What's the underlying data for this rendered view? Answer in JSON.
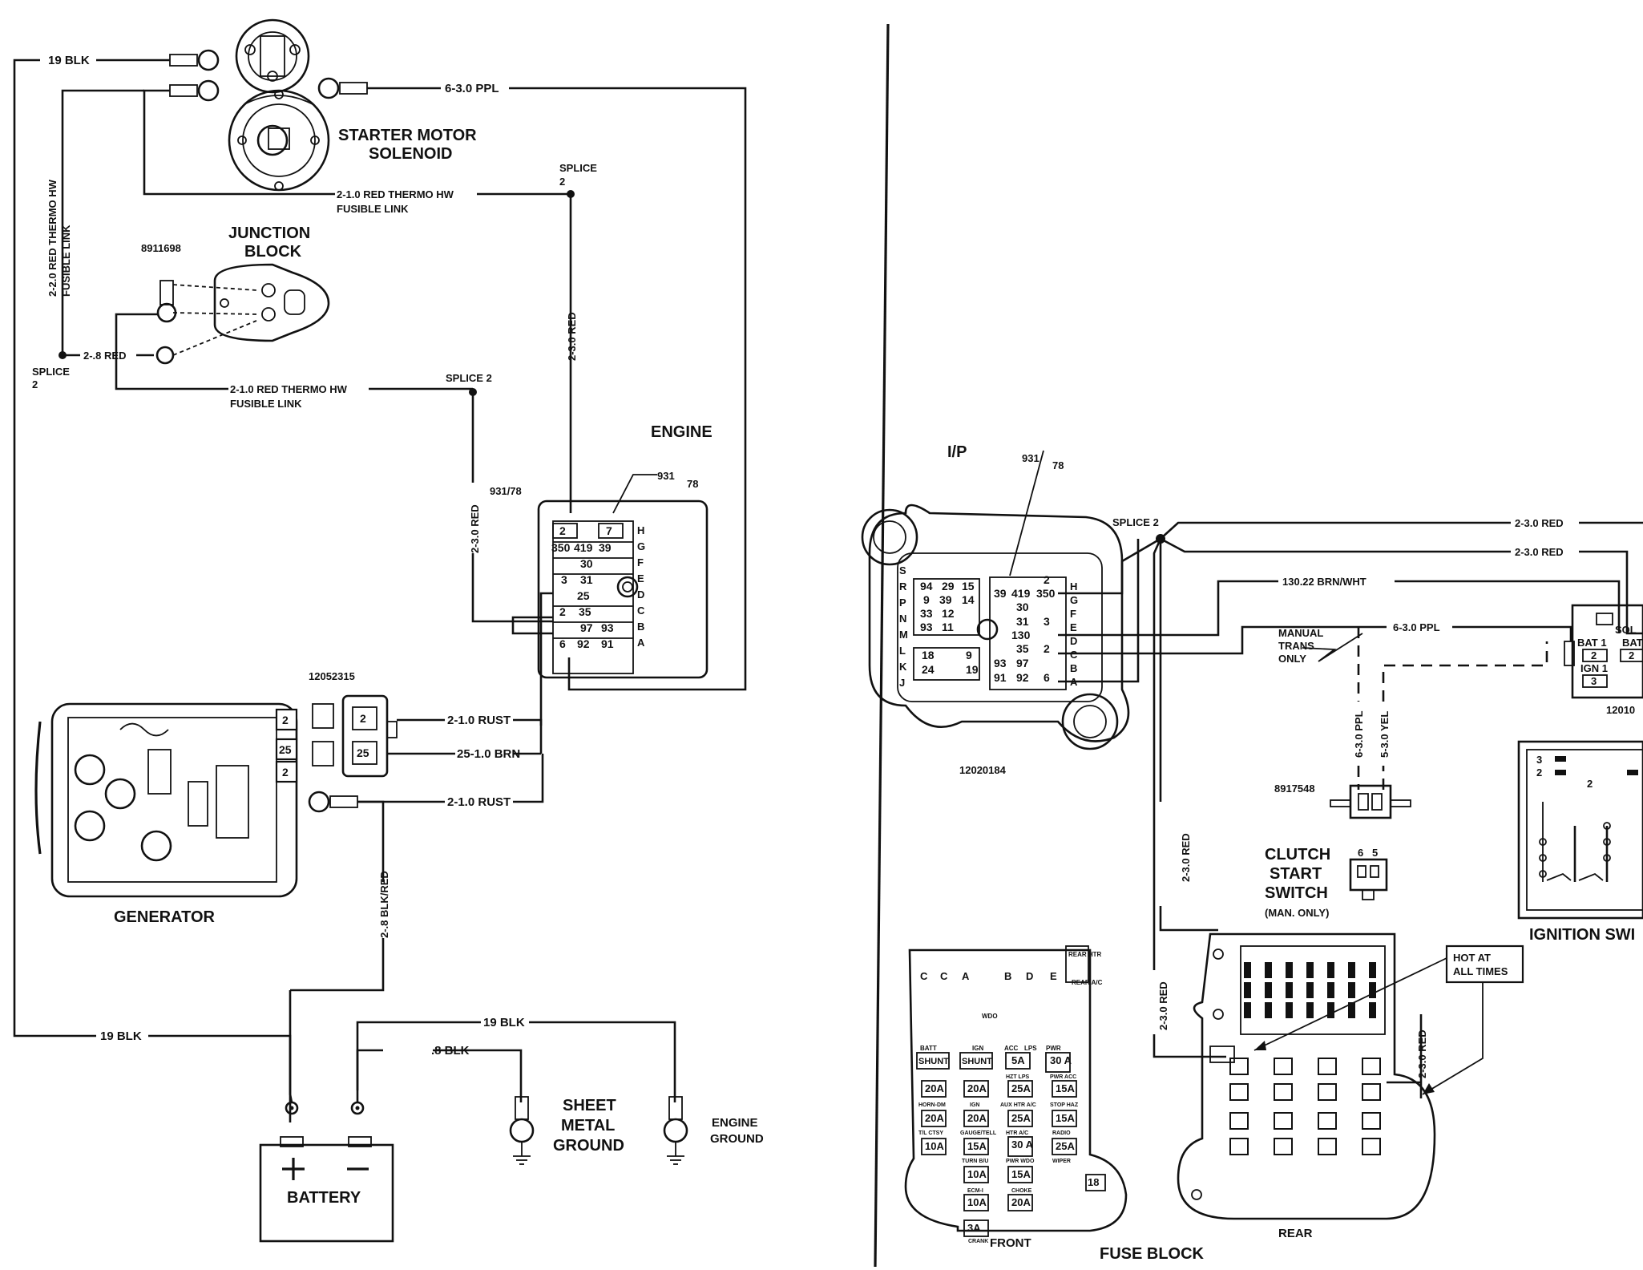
{
  "colors": {
    "ink": "#111111",
    "paper": "#ffffff"
  },
  "components": {
    "starter_title_1": "STARTER MOTOR",
    "starter_title_2": "SOLENOID",
    "junction_title_1": "JUNCTION",
    "junction_title_2": "BLOCK",
    "junction_part": "8911698",
    "engine": "ENGINE",
    "generator": "GENERATOR",
    "generator_part": "12052315",
    "battery": "BATTERY",
    "sheet_metal_ground_1": "SHEET",
    "sheet_metal_ground_2": "METAL",
    "sheet_metal_ground_3": "GROUND",
    "engine_ground_1": "ENGINE",
    "engine_ground_2": "GROUND",
    "ip": "I/P",
    "ip_part": "12020184",
    "clutch_1": "CLUTCH",
    "clutch_2": "START",
    "clutch_3": "SWITCH",
    "clutch_note": "(MAN. ONLY)",
    "clutch_part": "8917548",
    "manual_1": "MANUAL",
    "manual_2": "TRANS",
    "manual_3": "ONLY",
    "ignition": "IGNITION SWI",
    "ign_part": "12010",
    "fuse_block": "FUSE BLOCK",
    "fuse_front": "FRONT",
    "fuse_rear": "REAR",
    "hot_1": "HOT AT",
    "hot_2": "ALL TIMES"
  },
  "wires": {
    "w19blk_top": "19 BLK",
    "w630ppl": "6-3.0 PPL",
    "w210red_fl1": "2-1.0 RED THERMO HW",
    "w210red_fl1b": "FUSIBLE LINK",
    "w220red_fl_1": "2-2.0 RED THERMO HW",
    "w220red_fl_2": "FUSIBLE LINK",
    "w28red": "2-.8 RED",
    "w210red_fl2": "2-1.0 RED THERMO HW",
    "w210red_fl2b": "FUSIBLE LINK",
    "w230red_a": "2-3.0 RED",
    "w230red_b": "2-3.0 RED",
    "splice2_a_1": "SPLICE",
    "splice2_a_2": "2",
    "splice2_b_1": "SPLICE",
    "splice2_b_2": "2",
    "splice2_c": "SPLICE 2",
    "splice2_d": "SPLICE 2",
    "w931_78_a": "931/78",
    "w931_78_b": "931",
    "w931_78_b2": "78",
    "w931_78_c": "931",
    "w931_78_c2": "78",
    "w210rust_a": "2-1.0 RUST",
    "w2510brn": "25-1.0 BRN",
    "w210rust_b": "2-1.0 RUST",
    "w28blkred": "2-.8 BLK/RED",
    "w19blk_bot": "19 BLK",
    "w19blk_gnd": "19 BLK",
    "w8blk": ".8 BLK",
    "r230red_1": "2-3.0 RED",
    "r230red_2": "2-3.0 RED",
    "r13022": "130.22 BRN/WHT",
    "r630ppl": "6-3.0 PPL",
    "r630ppl_v": "6-3.0 PPL",
    "r530yel_v": "5-3.0 YEL",
    "r230red_v1": "2-3.0 RED",
    "r230red_v2": "2-3.0 RED",
    "r230red_v3": "2-3.0 RED"
  },
  "connectors": {
    "engine_pins": [
      "2",
      "7",
      "350",
      "419",
      "39",
      "30",
      "3",
      "31",
      "25",
      "2",
      "35",
      "97",
      "93",
      "6",
      "92",
      "91"
    ],
    "engine_letters": [
      "H",
      "G",
      "F",
      "E",
      "D",
      "C",
      "B",
      "A"
    ],
    "ip_pins": [
      "94",
      "29",
      "15",
      "9",
      "39",
      "14",
      "33",
      "12",
      "93",
      "11",
      "18",
      "9",
      "24",
      "19",
      "39",
      "419",
      "350",
      "2",
      "30",
      "31",
      "3",
      "130",
      "35",
      "2",
      "93",
      "97",
      "91",
      "92",
      "6"
    ],
    "ip_letters_left": [
      "S",
      "R",
      "P",
      "N",
      "M",
      "L",
      "K",
      "J"
    ],
    "ip_letters_right": [
      "H",
      "G",
      "F",
      "E",
      "D",
      "C",
      "B",
      "A"
    ],
    "generator_pins": [
      "2",
      "25",
      "2"
    ],
    "plug_pins": [
      "2",
      "25"
    ],
    "ign_pins": [
      "SOL",
      "BAT 1",
      "BAT",
      "2",
      "2",
      "IGN 1",
      "3"
    ],
    "ign_switch_pins": [
      "3",
      "2",
      "2"
    ],
    "clutch_pins": [
      "6",
      "5"
    ]
  },
  "fuse_front": {
    "top_letters": [
      "C",
      "C",
      "A",
      "B",
      "D",
      "E"
    ],
    "rear_htr": "REAR HTR",
    "rear_ac": "REAR A/C",
    "labels_row1": [
      "BATT",
      "IGN",
      "ACC",
      "LPS",
      "PWR"
    ],
    "fuses": [
      "SHUNT",
      "SHUNT",
      "5A",
      "30 A",
      "20A",
      "20A",
      "25A",
      "15A",
      "20A",
      "20A",
      "25A",
      "15A",
      "10A",
      "15A",
      "30 A",
      "25A",
      "10A",
      "15A",
      "10A",
      "20A",
      "3A",
      "18"
    ],
    "captions": [
      "WDO",
      "HZT LPS",
      "PWR ACC",
      "HORN-DM",
      "IGN",
      "AUX HTR A/C",
      "STOP HAZ",
      "T/L CTSY",
      "GAUGE/TELL",
      "HTR A/C",
      "RADIO",
      "TURN B/U",
      "PWR WDO",
      "WIPER",
      "ECM-I",
      "CHOKE",
      "CRANK"
    ]
  }
}
